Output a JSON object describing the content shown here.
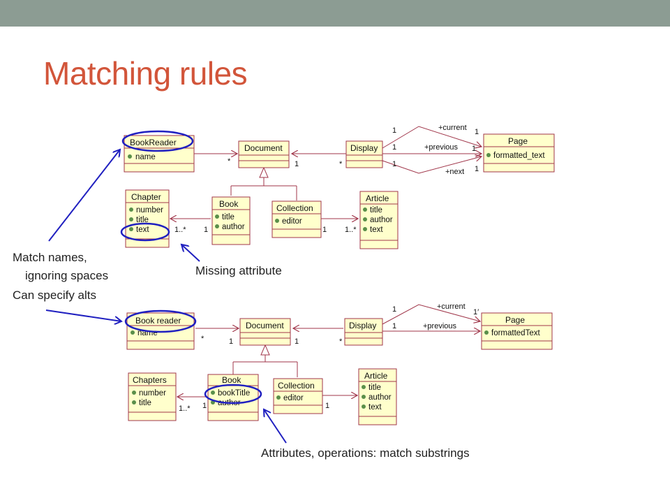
{
  "slide": {
    "title": "Matching rules",
    "notes": {
      "match_names_1": "Match names,",
      "match_names_2": "ignoring spaces",
      "match_names_3": "Can specify alts",
      "missing_attribute": "Missing attribute",
      "substrings": "Attributes, operations: match substrings"
    }
  },
  "colors": {
    "title": "#d2553a",
    "topbar": "#8c9c93",
    "class_fill": "#ffffcc",
    "class_border": "#a0364a",
    "highlight": "#2020c0"
  },
  "diagram_top": {
    "classes": {
      "bookreader": {
        "name": "BookReader",
        "attrs": [
          "name"
        ]
      },
      "document": {
        "name": "Document",
        "attrs": []
      },
      "display": {
        "name": "Display",
        "attrs": []
      },
      "page": {
        "name": "Page",
        "attrs": [
          "formatted_text"
        ]
      },
      "chapter": {
        "name": "Chapter",
        "attrs": [
          "number",
          "title",
          "text"
        ]
      },
      "book": {
        "name": "Book",
        "attrs": [
          "title",
          "author"
        ]
      },
      "collection": {
        "name": "Collection",
        "attrs": [
          "editor"
        ]
      },
      "article": {
        "name": "Article",
        "attrs": [
          "title",
          "author",
          "text"
        ]
      }
    },
    "roles": {
      "current": "+current",
      "previous": "+previous",
      "next": "+next"
    },
    "mult": {
      "one": "1",
      "many": "*",
      "one_many": "1..*"
    }
  },
  "diagram_bottom": {
    "classes": {
      "bookreader": {
        "name": "Book reader",
        "attrs": [
          "name"
        ]
      },
      "document": {
        "name": "Document",
        "attrs": []
      },
      "display": {
        "name": "Display",
        "attrs": []
      },
      "page": {
        "name": "Page",
        "attrs": [
          "formattedText"
        ]
      },
      "chapters": {
        "name": "Chapters",
        "attrs": [
          "number",
          "title"
        ]
      },
      "book": {
        "name": "Book",
        "attrs": [
          "bookTitle",
          "author"
        ]
      },
      "collection": {
        "name": "Collection",
        "attrs": [
          "editor"
        ]
      },
      "article": {
        "name": "Article",
        "attrs": [
          "title",
          "author",
          "text"
        ]
      }
    },
    "roles": {
      "current": "+current",
      "previous": "+previous"
    },
    "mult": {
      "one": "1",
      "many": "*",
      "one_many": "1..*",
      "one_tick": "1′"
    }
  }
}
